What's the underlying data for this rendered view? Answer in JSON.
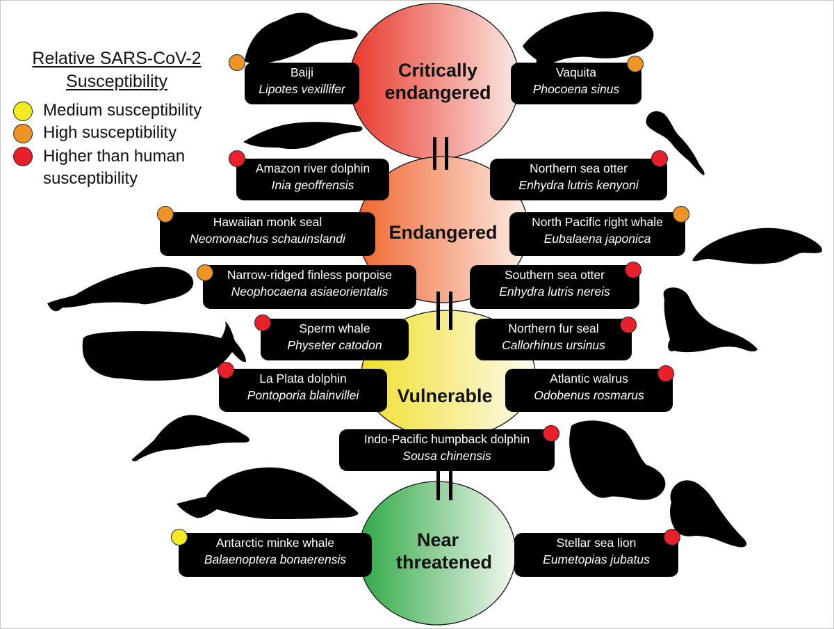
{
  "legend": {
    "title": "Relative SARS-CoV-2 Susceptibility",
    "items": [
      {
        "label": "Medium susceptibility",
        "color": "#f4ec22"
      },
      {
        "label": "High susceptibility",
        "color": "#ee9325"
      },
      {
        "label": "Higher than human susceptibility",
        "color": "#e8202b"
      }
    ]
  },
  "categories": [
    {
      "label": "Critically endangered",
      "color": "#e8372a"
    },
    {
      "label": "Endangered",
      "color": "#ef6630"
    },
    {
      "label": "Vulnerable",
      "color": "#f1df2d"
    },
    {
      "label": "Near threatened",
      "color": "#2fa844"
    }
  ],
  "species": [
    {
      "common": "Baiji",
      "scientific": "Lipotes vexillifer",
      "category": "Critically endangered",
      "susceptibility": "High susceptibility"
    },
    {
      "common": "Vaquita",
      "scientific": "Phocoena sinus",
      "category": "Critically endangered",
      "susceptibility": "High susceptibility"
    },
    {
      "common": "Amazon river dolphin",
      "scientific": "Inia geoffrensis",
      "category": "Endangered",
      "susceptibility": "Higher than human susceptibility"
    },
    {
      "common": "Northern sea otter",
      "scientific": "Enhydra lutris kenyoni",
      "category": "Endangered",
      "susceptibility": "Higher than human susceptibility"
    },
    {
      "common": "Hawaiian monk seal",
      "scientific": "Neomonachus schauinslandi",
      "category": "Endangered",
      "susceptibility": "High susceptibility"
    },
    {
      "common": "North Pacific right whale",
      "scientific": "Eubalaena japonica",
      "category": "Endangered",
      "susceptibility": "High susceptibility"
    },
    {
      "common": "Narrow-ridged finless porpoise",
      "scientific": "Neophocaena asiaeorientalis",
      "category": "Endangered",
      "susceptibility": "High susceptibility"
    },
    {
      "common": "Southern sea otter",
      "scientific": "Enhydra lutris nereis",
      "category": "Endangered",
      "susceptibility": "Higher than human susceptibility"
    },
    {
      "common": "Sperm whale",
      "scientific": "Physeter catodon",
      "category": "Vulnerable",
      "susceptibility": "Higher than human susceptibility"
    },
    {
      "common": "Northern fur seal",
      "scientific": "Callorhinus ursinus",
      "category": "Vulnerable",
      "susceptibility": "Higher than human susceptibility"
    },
    {
      "common": "La Plata dolphin",
      "scientific": "Pontoporia blainvillei ",
      "category": "Vulnerable",
      "susceptibility": "Higher than human susceptibility"
    },
    {
      "common": "Atlantic walrus",
      "scientific": "Odobenus rosmarus",
      "category": "Vulnerable",
      "susceptibility": "Higher than human susceptibility"
    },
    {
      "common": "Indo-Pacific humpback dolphin",
      "scientific": "Sousa chinensis",
      "category": "Vulnerable",
      "susceptibility": "Higher than human susceptibility"
    },
    {
      "common": "Antarctic minke whale",
      "scientific": "Balaenoptera bonaerensis",
      "category": "Near threatened",
      "susceptibility": "Medium susceptibility"
    },
    {
      "common": "Stellar sea lion",
      "scientific": "Eumetopias jubatus",
      "category": "Near threatened",
      "susceptibility": "Higher than human susceptibility"
    }
  ]
}
